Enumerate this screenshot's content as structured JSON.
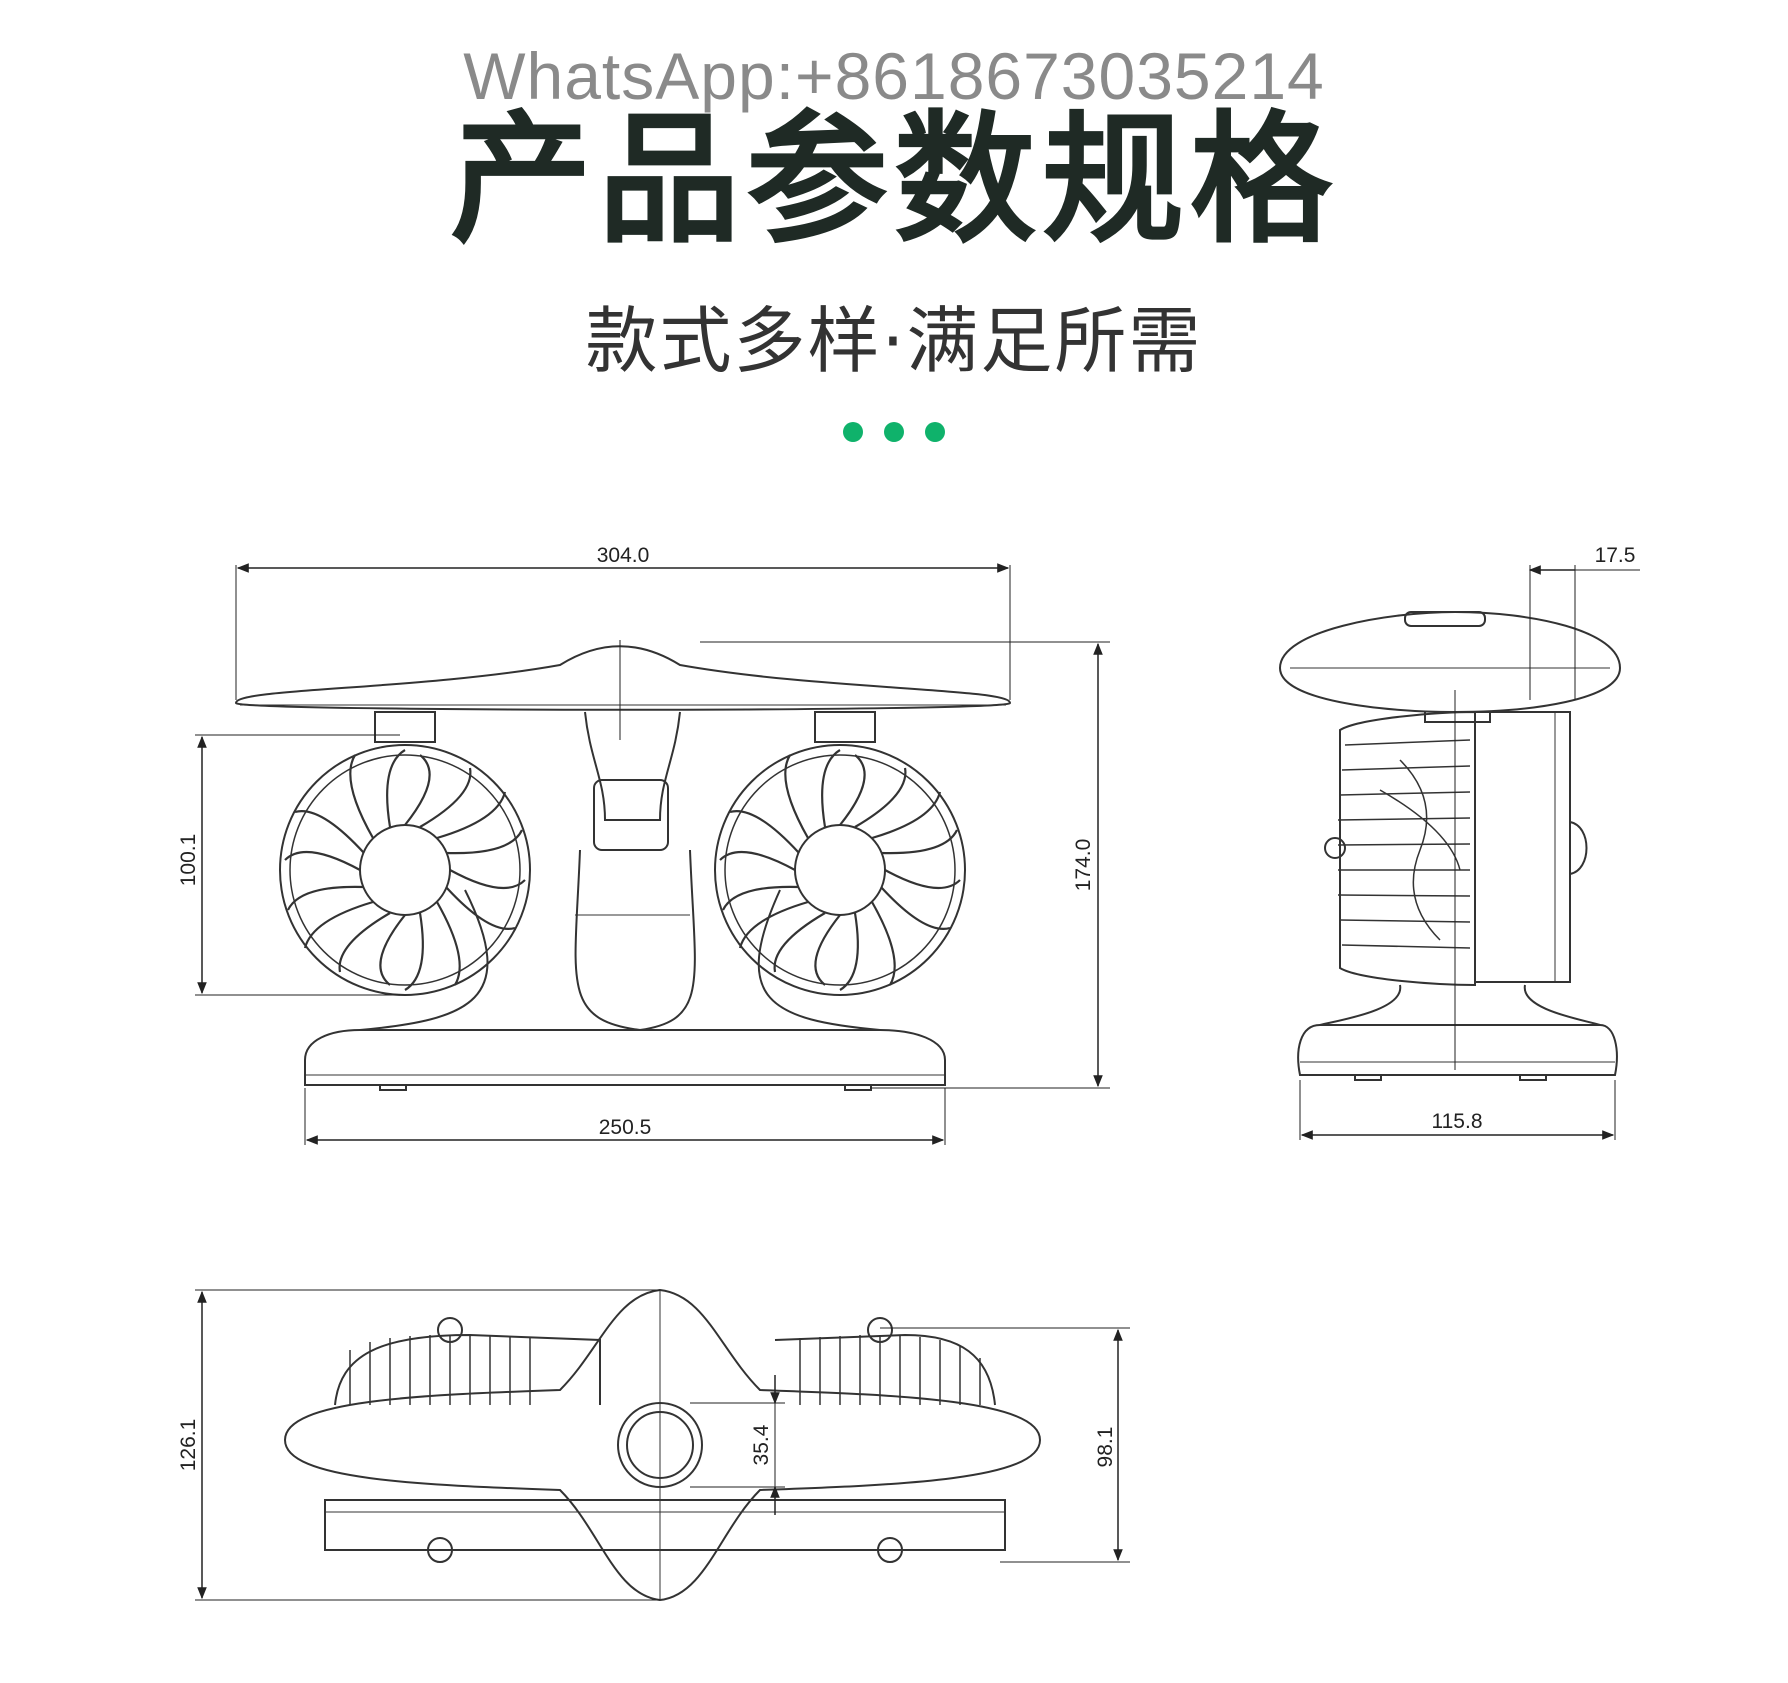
{
  "watermark": "WhatsApp:+8618673035214",
  "title": "产品参数规格",
  "subtitle": "款式多样·满足所需",
  "accent_color": "#0fb26b",
  "pagination_dot_count": 3,
  "dimensions": {
    "front_width": "304.0",
    "front_fan_height": "100.1",
    "front_total_height": "174.0",
    "front_base_width": "250.5",
    "side_depth_offset": "17.5",
    "side_base_depth": "115.8",
    "top_total_depth": "126.1",
    "top_center_diameter": "35.4",
    "top_fan_depth": "98.1"
  }
}
